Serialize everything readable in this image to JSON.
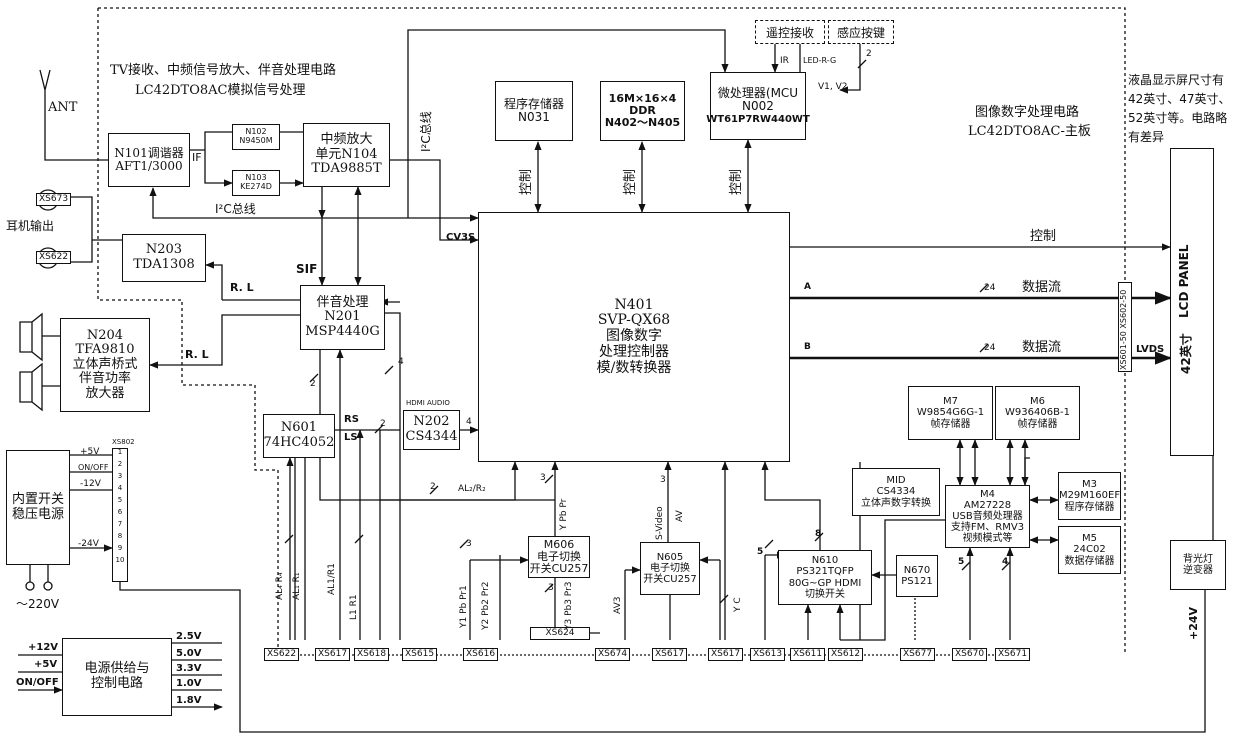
{
  "labels": {
    "title_line1": "TV接收、中频信号放大、伴音处理电路",
    "title_line2": "LC42DTO8AC模拟信号处理",
    "right_title_line1": "图像数字处理电路",
    "right_title_line2": "LC42DTO8AC-主板",
    "note_line1": "液晶显示屏尺寸有",
    "note_line2": "42英寸、47英寸、",
    "note_line3": "52英寸等。电路略",
    "note_line4": "有差异",
    "ant": "ANT",
    "earphone": "耳机输出",
    "if": "IF",
    "i2c_bus_h": "I²C总线",
    "i2c_bus_v": "I²C总线",
    "sif": "SIF",
    "cvbs": "CV3S",
    "rl1": "R. L",
    "rl2": "R. L",
    "ctrl1": "控制",
    "ctrl2": "控制",
    "ctrl3": "控制",
    "ctrl_right": "控制",
    "dataflow1": "数据流",
    "dataflow2": "数据流",
    "sig_a": "A",
    "sig_b": "B",
    "lvds": "LVDS",
    "n24a": "24",
    "n24b": "24",
    "ir": "IR",
    "led": "LED-R-G",
    "v1v2": "V1, V2",
    "two_a": "2",
    "rs": "RS",
    "ls": "LS",
    "hdmi_audio": "HDMI  AUDIO",
    "four_a": "4",
    "four_b": "4",
    "two_b": "2",
    "two_c": "2",
    "two_d": "2",
    "al2r2": "AL₂/R₂",
    "three_a": "3",
    "three_b": "3",
    "three_c": "3",
    "three_d": "3",
    "y_pb_pr": "Y Pb Pr",
    "svideo": "S-Video",
    "av": "AV",
    "av3": "AV3",
    "y_c": "Y C",
    "eight": "8",
    "five_a": "5",
    "five_b": "5",
    "four_c": "4",
    "al4r4": "AL₄ R₄",
    "al1r1": "AL₁ R₁",
    "al1r1b": "AL1/R1",
    "l1r1": "L1 R1",
    "y1pb1pr1": "Y1 Pb Pr1",
    "y2pb2pr2": "Y2 Pb2 Pr2",
    "y3pb3pr3": "Y3 Pb3 Pr3",
    "plus24v": "+24V",
    "p5v": "+5V",
    "onoff": "ON/OFF",
    "m12v": "-12V",
    "m24v": "-24V",
    "ac220": "～220V",
    "in12": "+12V",
    "in5": "+5V",
    "inonoff": "ON/OFF",
    "out25": "2.5V",
    "out50": "5.0V",
    "out33": "3.3V",
    "out10": "1.0V",
    "out18": "1.8V",
    "xs802": "XS802",
    "xs673": "XS673",
    "xs622top": "XS622",
    "xs624": "XS624",
    "xs601": "XS601-50 XS602-50",
    "pins": [
      "1",
      "2",
      "3",
      "4",
      "5",
      "6",
      "7",
      "8",
      "9",
      "10"
    ]
  },
  "blocks": {
    "n101_a": "N101调谐器",
    "n101_b": "AFT1/3000",
    "n102_a": "N102",
    "n102_b": "N9450M",
    "n103_a": "N103",
    "n103_b": "KE274D",
    "n104_a": "中频放大",
    "n104_b": "单元N104",
    "n104_c": "TDA9885T",
    "n203_a": "N203",
    "n203_b": "TDA1308",
    "n204_a": "N204",
    "n204_b": "TFA9810",
    "n204_c": "立体声桥式",
    "n204_d": "伴音功率",
    "n204_e": "放大器",
    "n201_a": "伴音处理",
    "n201_b": "N201",
    "n201_c": "MSP4440G",
    "n601_a": "N601",
    "n601_b": "74HC4052",
    "n202_a": "N202",
    "n202_b": "CS4344",
    "n031_a": "程序存储器",
    "n031_b": "N031",
    "ddr_a": "16M×16×4",
    "ddr_b": "DDR",
    "ddr_c": "N402～N405",
    "n002_a": "微处理器(MCU",
    "n002_b": "N002",
    "n002_c": "WT61P7RW440WT",
    "remote": "遥控接收",
    "touch": "感应按键",
    "n401_a": "N401",
    "n401_b": "SVP-QX68",
    "n401_c": "图像数字",
    "n401_d": "处理控制器",
    "n401_e": "模/数转换器",
    "lcd_a": "LCD PANEL",
    "lcd_b": "42英寸",
    "m7_a": "M7",
    "m7_b": "W9854G6G-1",
    "m7_c": "帧存储器",
    "m6_a": "M6",
    "m6_b": "W936406B-1",
    "m6_c": "帧存储器",
    "mid_a": "MID",
    "mid_b": "CS4334",
    "mid_c": "立体声数字转换",
    "m4_a": "M4",
    "m4_b": "AM27228",
    "m4_c": "USB音频处理器",
    "m4_d": "支持FM、RMV3",
    "m4_e": "视频模式等",
    "m3_a": "M3",
    "m3_b": "M29M160EF",
    "m3_c": "程序存储器",
    "m5_a": "M5",
    "m5_b": "24C02",
    "m5_c": "数据存储器",
    "m606_a": "M606",
    "m606_b": "电子切换",
    "m606_c": "开关CU257",
    "n605_a": "N605",
    "n605_b": "电子切换",
    "n605_c": "开关CU257",
    "n610_a": "N610",
    "n610_b": "PS321TQFP",
    "n610_c": "80G~GP   HDMI",
    "n610_d": "切换开关",
    "n670_a": "N670",
    "n670_b": "PS121",
    "psu_a": "内置开关",
    "psu_b": "稳压电源",
    "pwr_a": "电源供给与",
    "pwr_b": "控制电路",
    "bl_a": "背光灯",
    "bl_b": "逆变器"
  },
  "connectors": [
    "XS622",
    "XS617",
    "XS618",
    "XS615",
    "XS616",
    "XS674",
    "XS617",
    "XS617",
    "XS613",
    "XS611",
    "XS612",
    "XS677",
    "XS670",
    "XS671"
  ]
}
